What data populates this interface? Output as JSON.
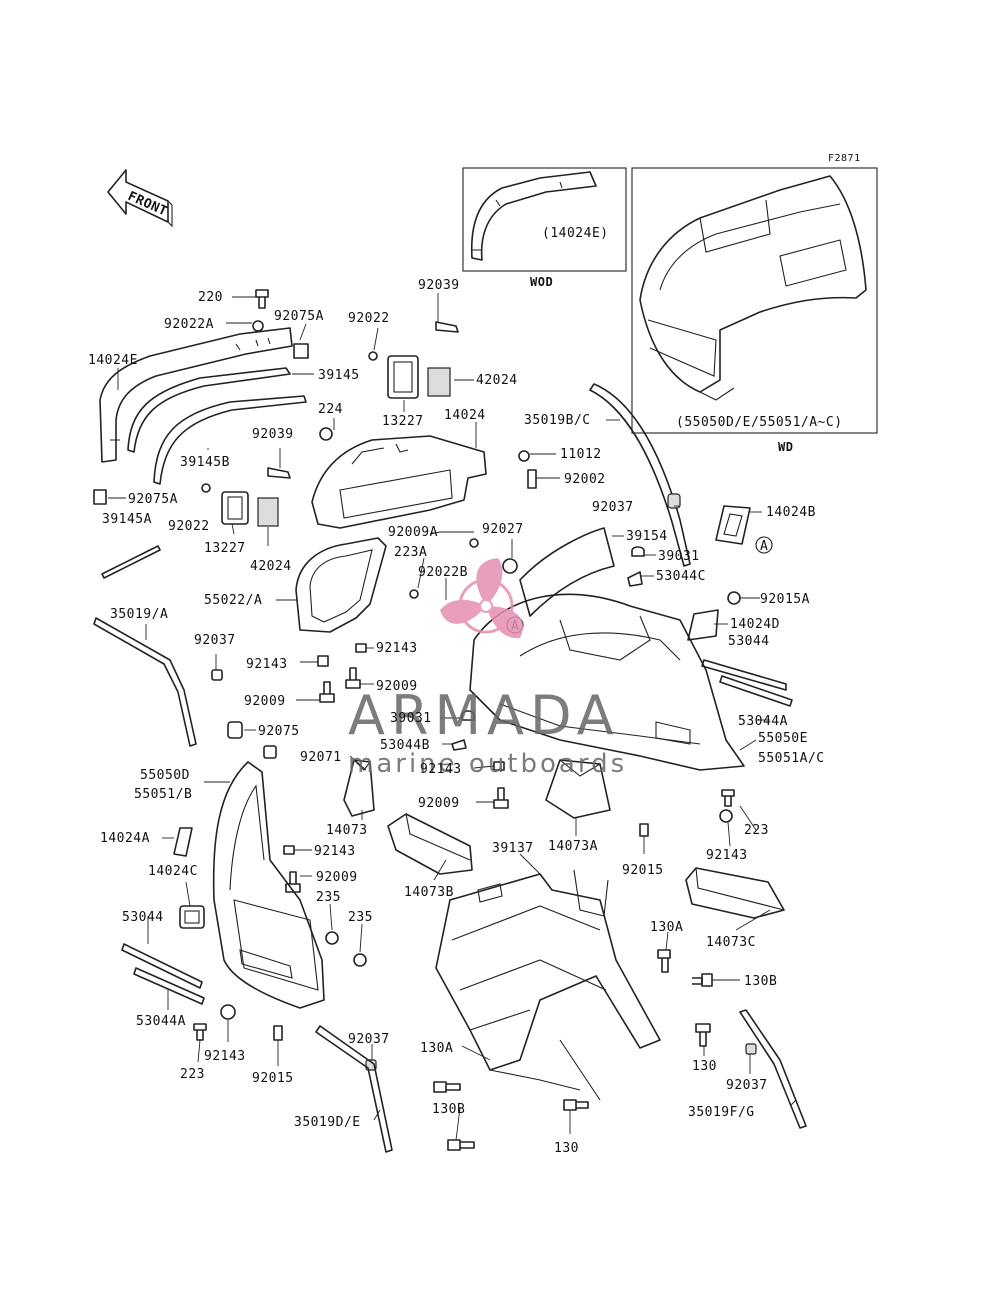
{
  "figure_code": "F2871",
  "front_label": "FRONT",
  "inset_wod": {
    "part_label": "(14024E)",
    "caption": "WOD"
  },
  "inset_wd": {
    "part_label": "(55050D/E/55051/A~C)",
    "caption": "WD"
  },
  "watermark": {
    "brand": "ARMADA",
    "tagline": "marine outboards",
    "logo_color": "#e58fb0"
  },
  "callout_marker": "A",
  "labels": {
    "l220": "220",
    "l92022A": "92022A",
    "l92075A_top": "92075A",
    "l14024E": "14024E",
    "l92039_top": "92039",
    "l92022_top": "92022",
    "l42024_top": "42024",
    "l13227_top": "13227",
    "l39145": "39145",
    "l224": "224",
    "l14024": "14024",
    "l92039_mid": "92039",
    "l39145B": "39145B",
    "l92075A_mid": "92075A",
    "l39145A": "39145A",
    "l92022_mid": "92022",
    "l13227_mid": "13227",
    "l42024_mid": "42024",
    "l35019BC": "35019B/C",
    "l11012": "11012",
    "l92002": "92002",
    "l92037_top": "92037",
    "l14024B": "14024B",
    "l39154": "39154",
    "l92009A": "92009A",
    "l92027": "92027",
    "l223A": "223A",
    "l39031_top": "39031",
    "l92022B": "92022B",
    "l53044C": "53044C",
    "l55022A": "55022/A",
    "l92015A": "92015A",
    "l14024D": "14024D",
    "l35019A": "35019/A",
    "l92037_left": "92037",
    "l53044_right": "53044",
    "l92143_a": "92143",
    "l92143_b": "92143",
    "l92009_a": "92009",
    "l92009_b": "92009",
    "l39031_mid": "39031",
    "l53044A_right": "53044A",
    "l55050E": "55050E",
    "l92075": "92075",
    "l53044B": "53044B",
    "l55051AC": "55051A/C",
    "l92071": "92071",
    "l92143_c": "92143",
    "l55050D": "55050D",
    "l55051B": "55051/B",
    "l92009_c": "92009",
    "l223_right": "223",
    "l14073": "14073",
    "l14073A": "14073A",
    "l92143_right": "92143",
    "l14024A": "14024A",
    "l92143_d": "92143",
    "l39137": "39137",
    "l92015_mid": "92015",
    "l14024C": "14024C",
    "l92009_d": "92009",
    "l14073B": "14073B",
    "l235_a": "235",
    "l235_b": "235",
    "l14073C": "14073C",
    "l53044_left": "53044",
    "l130A_right": "130A",
    "l130B_right": "130B",
    "l53044A_left": "53044A",
    "l92037_bottom": "92037",
    "l92143_e": "92143",
    "l223_left": "223",
    "l92015_left": "92015",
    "l130A_left": "130A",
    "l130_right": "130",
    "l92037_right": "92037",
    "l35019DE": "35019D/E",
    "l130B_left": "130B",
    "l35019FG": "35019F/G",
    "l130_bottom": "130"
  }
}
